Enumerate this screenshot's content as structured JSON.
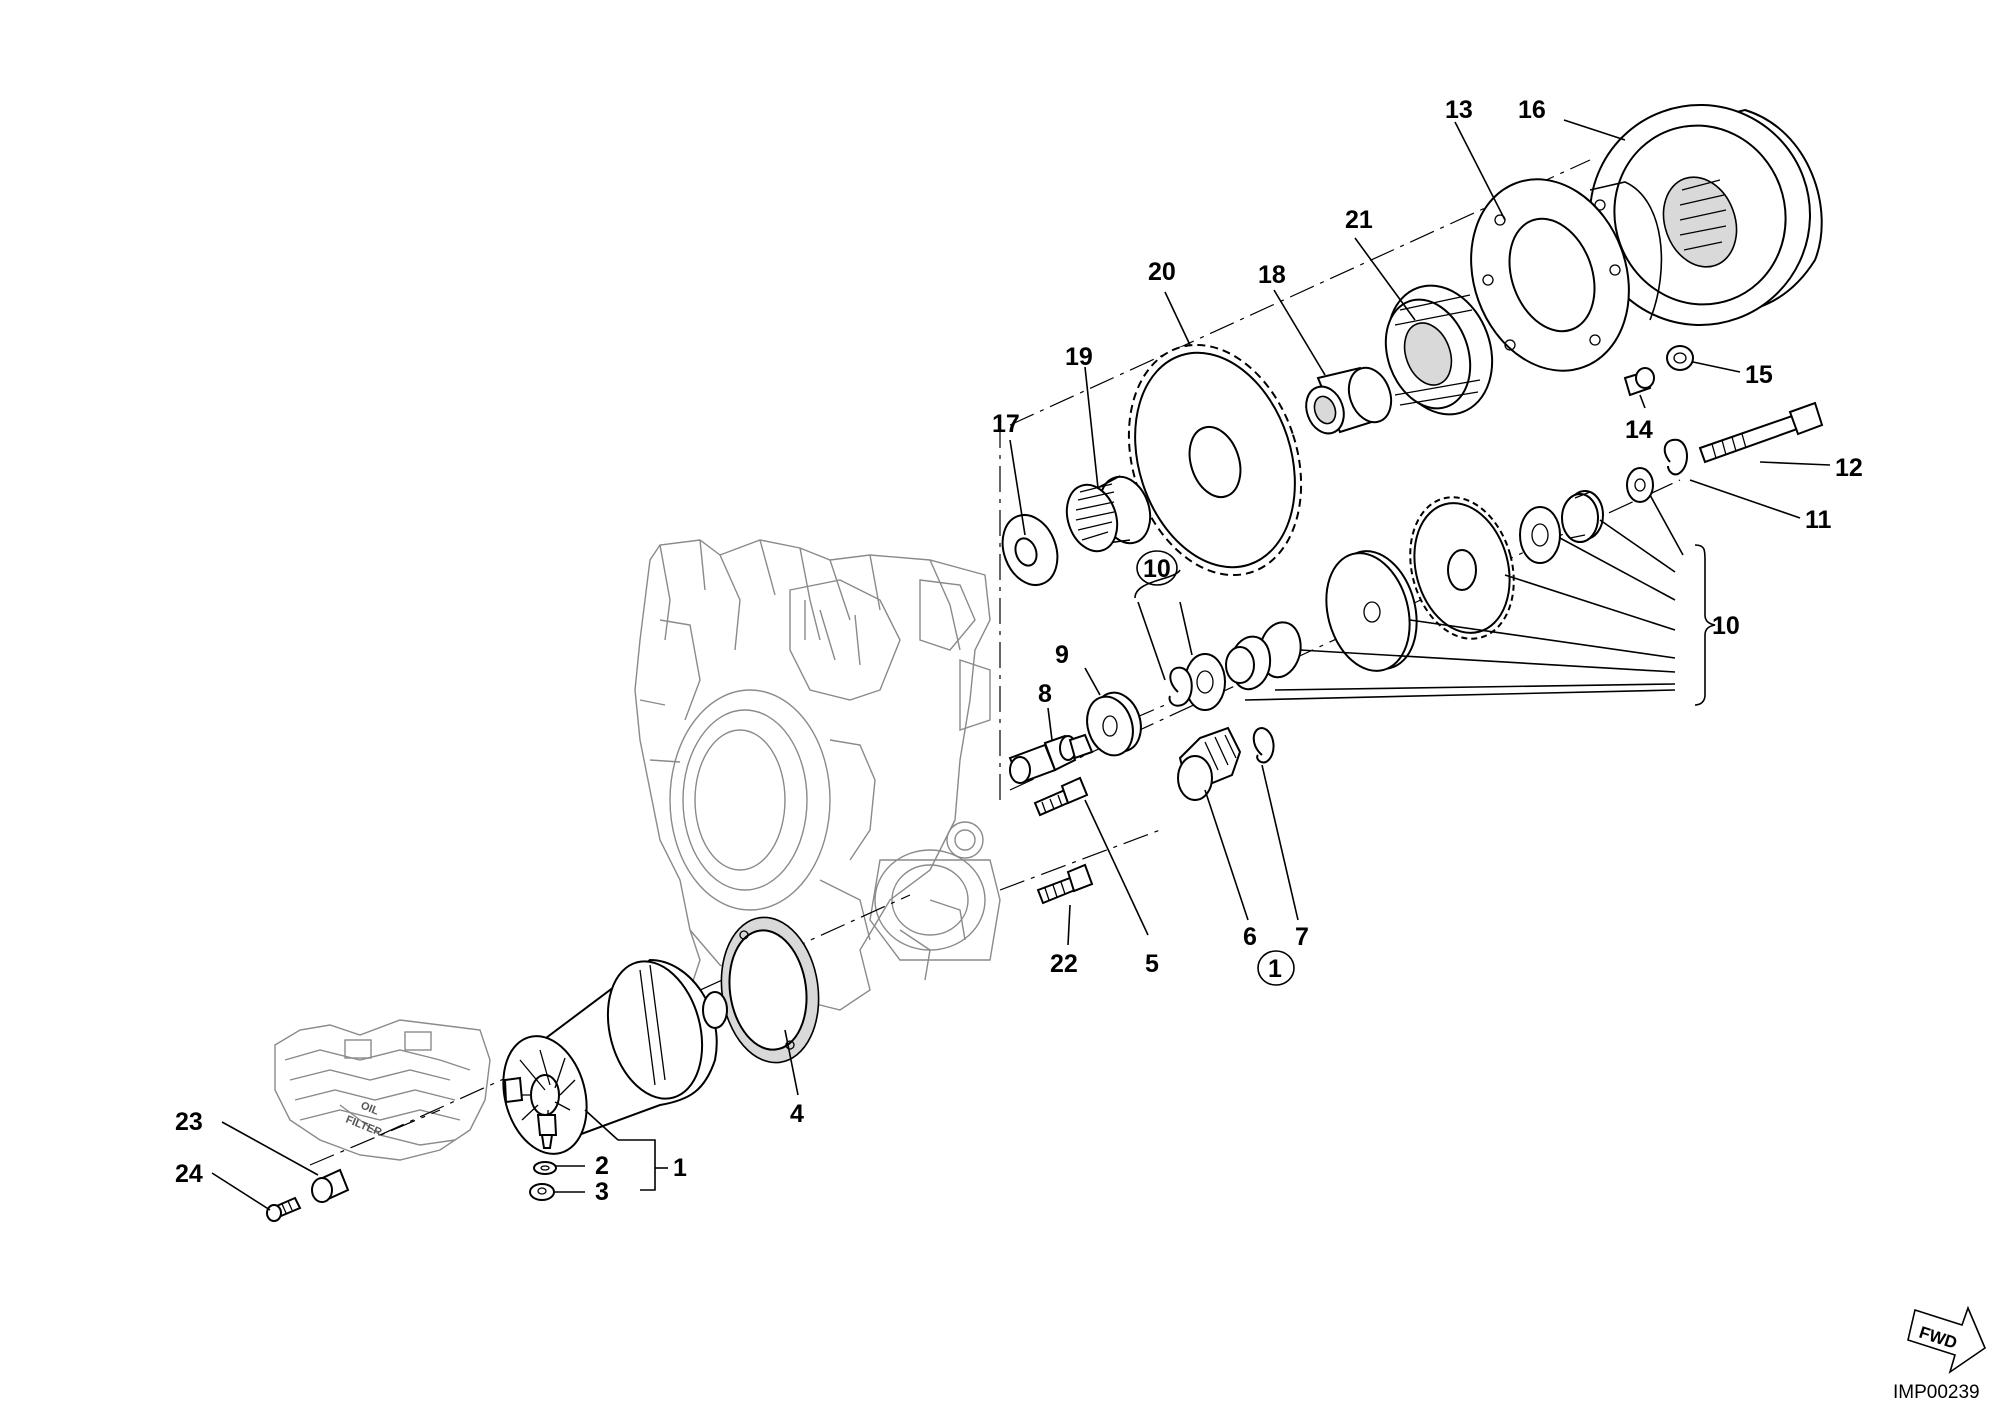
{
  "diagram": {
    "labels": {
      "p1": "1",
      "p2": "2",
      "p3": "3",
      "p4": "4",
      "p5": "5",
      "p6": "6",
      "p7": "7",
      "p8": "8",
      "p9": "9",
      "p10": "10",
      "p11": "11",
      "p12": "12",
      "p13": "13",
      "p14": "14",
      "p15": "15",
      "p16": "16",
      "p17": "17",
      "p18": "18",
      "p19": "19",
      "p20": "20",
      "p21": "21",
      "p22": "22",
      "p23": "23",
      "p24": "24"
    },
    "circled": {
      "c10": "10",
      "c1": "1"
    },
    "casting_text": {
      "oil": "OIL",
      "filter": "FILTER"
    },
    "fwd": "FWD",
    "image_code": "IMP00239"
  }
}
